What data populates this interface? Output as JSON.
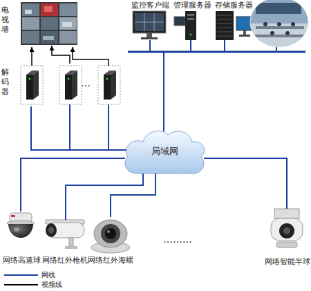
{
  "diagram": {
    "nodes": [
      {
        "text": [
          "电视墙"
        ]
      },
      {
        "text": [
          "解码器"
        ]
      },
      {
        "text": [
          "监控客户端"
        ]
      },
      {
        "text": [
          "管理服务器"
        ]
      },
      {
        "text": [
          "存储服务器"
        ]
      },
      {
        "text": [
          "局域网"
        ]
      },
      {
        "text": [
          "网络高速球"
        ]
      },
      {
        "text": [
          "网络红外枪机"
        ]
      },
      {
        "text": [
          "网络红外海螺"
        ]
      },
      {
        "text": [
          "网络智能半球"
        ]
      }
    ],
    "edges": [
      {
        "from": 1,
        "to": 0,
        "arrow": "to"
      },
      {
        "from": 5,
        "to": 1,
        "arrow": "none"
      },
      {
        "from": 5,
        "to": 2,
        "arrow": "none"
      },
      {
        "from": 5,
        "to": 3,
        "arrow": "none"
      },
      {
        "from": 5,
        "to": 4,
        "arrow": "none"
      },
      {
        "from": 6,
        "to": 5,
        "arrow": "none"
      },
      {
        "from": 7,
        "to": 5,
        "arrow": "none"
      },
      {
        "from": 8,
        "to": 5,
        "arrow": "none"
      },
      {
        "from": 9,
        "to": 5,
        "arrow": "none"
      }
    ],
    "labels": [
      "…",
      "………"
    ],
    "legend": [
      {
        "text": "网线"
      },
      {
        "text": "视频线"
      }
    ]
  }
}
